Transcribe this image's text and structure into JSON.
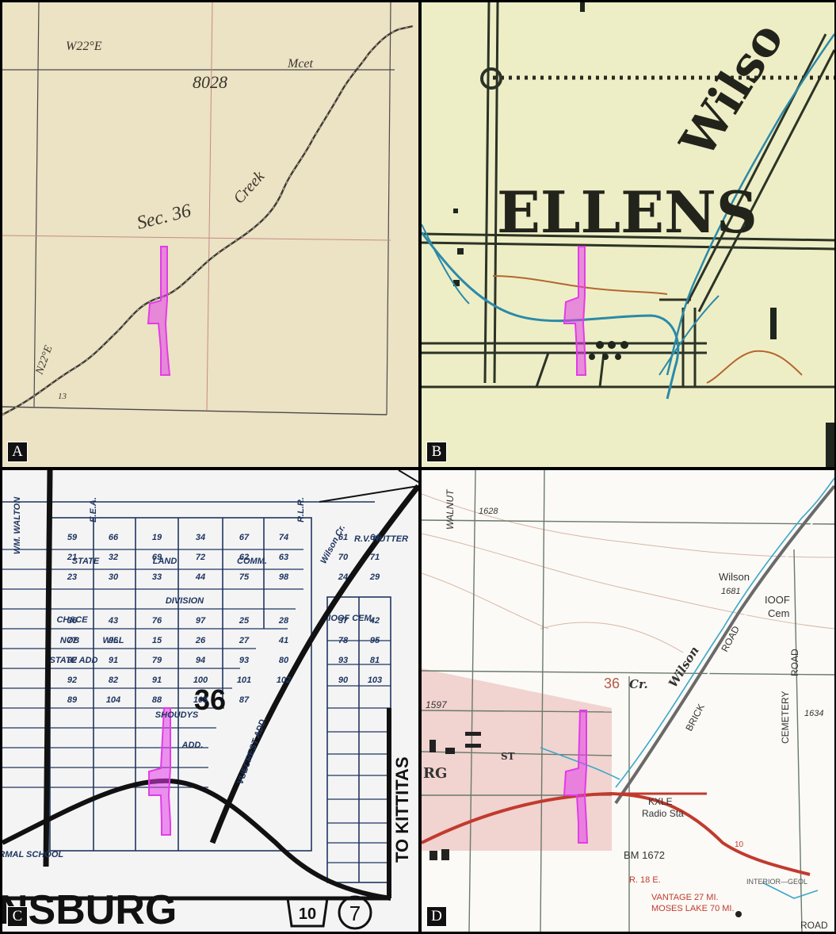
{
  "panels": {
    "a": {
      "label": "A",
      "texts": [
        "8028",
        "Sec. 36",
        "Creek",
        "W22°E",
        "Mcet",
        "N22°E",
        "13"
      ]
    },
    "b": {
      "label": "B",
      "texts": [
        "ELLENS",
        "Wilso"
      ]
    },
    "c": {
      "label": "C",
      "texts": [
        "STATE",
        "LAND",
        "COMM.",
        "DIVISION",
        "Wilson Cr.",
        "IOOF CEM.",
        "SHOUDYS",
        "ADD.",
        "VUECREST ADD.",
        "NSBURG",
        "TO KITTITAS",
        "36",
        "10",
        "7",
        "R.L.R.",
        "E.E.A.",
        "WM. WALTON",
        "R.V. RUTTER",
        "NORMAL SCHOOL",
        "WILL",
        "NOB",
        "STATE ADD",
        "CH&CE"
      ],
      "cells": [
        "59",
        "66",
        "19",
        "34",
        "67",
        "74",
        "61",
        "64",
        "21",
        "32",
        "69",
        "72",
        "62",
        "63",
        "70",
        "71",
        "23",
        "30",
        "33",
        "44",
        "75",
        "98",
        "24",
        "29",
        "36",
        "43",
        "76",
        "97",
        "25",
        "28",
        "37",
        "42",
        "77",
        "96",
        "15",
        "26",
        "27",
        "41",
        "78",
        "95",
        "92",
        "91",
        "79",
        "94",
        "93",
        "80",
        "93",
        "81",
        "92",
        "82",
        "91",
        "100",
        "101",
        "102",
        "90",
        "103",
        "89",
        "104",
        "88",
        "105",
        "87"
      ]
    },
    "d": {
      "label": "D",
      "texts": [
        "WALNUT",
        "1628",
        "Wilson",
        "1681",
        "IOOF",
        "Cem",
        "36",
        "Cr.",
        "BRICK",
        "ROAD",
        "CEMETERY",
        "ROAD",
        "1634",
        "1597",
        "ST",
        "RG",
        "KXLE",
        "Radio Sta",
        "BM 1672",
        "10",
        "R. 18 E.",
        "INTERIOR—GEOL",
        "VANTAGE 27 MI.",
        "MOSES LAKE 70 MI.",
        "ROAD"
      ]
    }
  },
  "colors": {
    "highlight": "#e23ce8",
    "paper_a": "#ece2c4",
    "paper_b": "#eeeec6",
    "plat_ink": "#1f3560",
    "topo_pink": "#f1d3d0",
    "topo_road": "#c23a2e",
    "topo_water": "#3aa8c8"
  }
}
